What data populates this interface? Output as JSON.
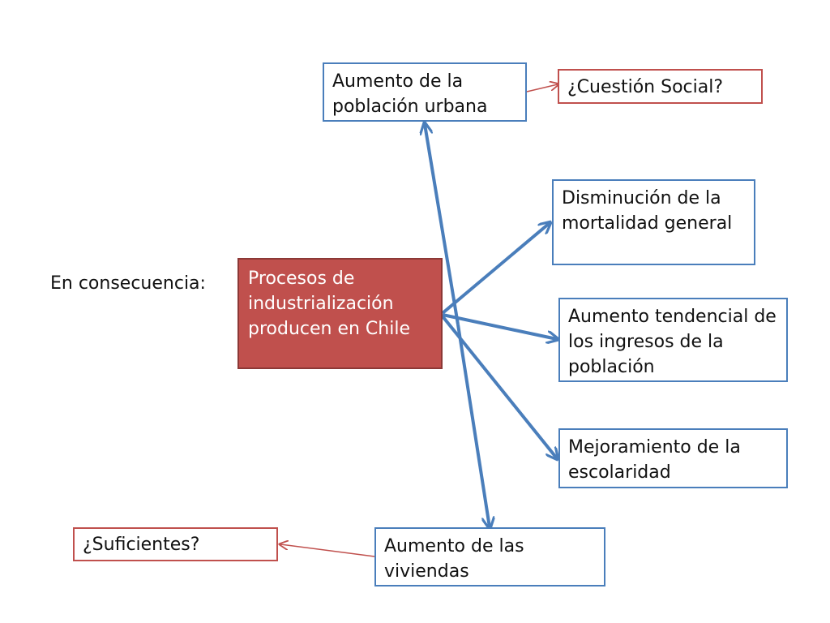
{
  "intro": "En consecuencia:",
  "center": "Procesos de industrialización producen en Chile",
  "urban": "Aumento de la población urbana",
  "question_social": "¿Cuestión Social?",
  "mortality": "Disminución de la mortalidad general",
  "income": "Aumento tendencial de los ingresos de la población",
  "schooling": "Mejoramiento de la escolaridad",
  "housing": "Aumento de las viviendas",
  "question_enough": "¿Suficientes?",
  "colors": {
    "box_border": "#4a7ebb",
    "accent_red": "#c0504d",
    "arrow_blue": "#4a7ebb"
  }
}
